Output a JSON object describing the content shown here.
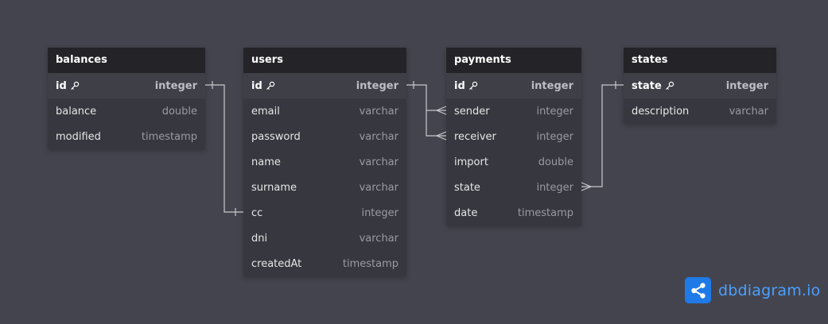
{
  "tables": {
    "balances": {
      "name": "balances",
      "fields": [
        {
          "name": "id",
          "type": "integer"
        },
        {
          "name": "balance",
          "type": "double"
        },
        {
          "name": "modified",
          "type": "timestamp"
        }
      ]
    },
    "users": {
      "name": "users",
      "fields": [
        {
          "name": "id",
          "type": "integer"
        },
        {
          "name": "email",
          "type": "varchar"
        },
        {
          "name": "password",
          "type": "varchar"
        },
        {
          "name": "name",
          "type": "varchar"
        },
        {
          "name": "surname",
          "type": "varchar"
        },
        {
          "name": "cc",
          "type": "integer"
        },
        {
          "name": "dni",
          "type": "varchar"
        },
        {
          "name": "createdAt",
          "type": "timestamp"
        }
      ]
    },
    "payments": {
      "name": "payments",
      "fields": [
        {
          "name": "id",
          "type": "integer"
        },
        {
          "name": "sender",
          "type": "integer"
        },
        {
          "name": "receiver",
          "type": "integer"
        },
        {
          "name": "import",
          "type": "double"
        },
        {
          "name": "state",
          "type": "integer"
        },
        {
          "name": "date",
          "type": "timestamp"
        }
      ]
    },
    "states": {
      "name": "states",
      "fields": [
        {
          "name": "state",
          "type": "integer"
        },
        {
          "name": "description",
          "type": "varchar"
        }
      ]
    }
  },
  "brand": {
    "name": "dbdiagram.io"
  },
  "colors": {
    "background": "#44444e",
    "table_body": "#37373f",
    "table_header": "#242428",
    "connector": "#c8c8cc",
    "brand": "#1f7ae8"
  }
}
